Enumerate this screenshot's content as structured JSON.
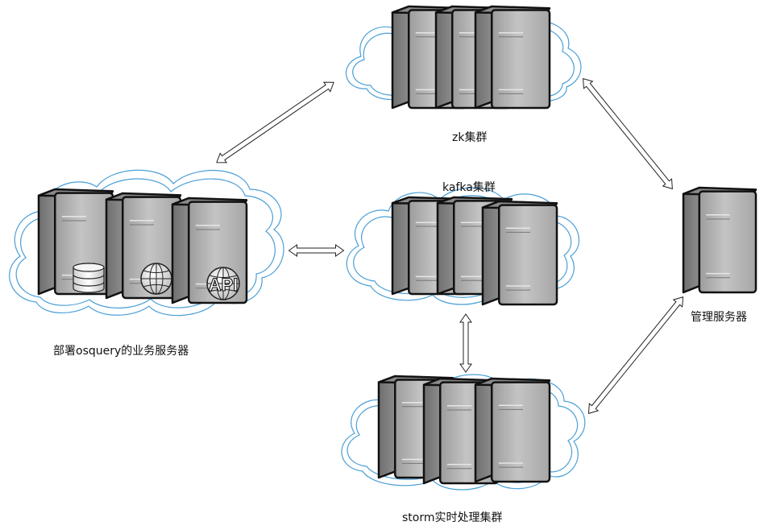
{
  "labels": {
    "business_servers": "部署osquery的业务服务器",
    "zk_cluster": "zk集群",
    "kafka_cluster": "kafka集群",
    "storm_cluster": "storm实时处理集群",
    "management_server": "管理服务器"
  },
  "icons": {
    "api_text": "API"
  },
  "colors": {
    "cloud_stroke": "#4a9fd6",
    "server_body": "#b9b9b9",
    "server_outline": "#111111"
  }
}
